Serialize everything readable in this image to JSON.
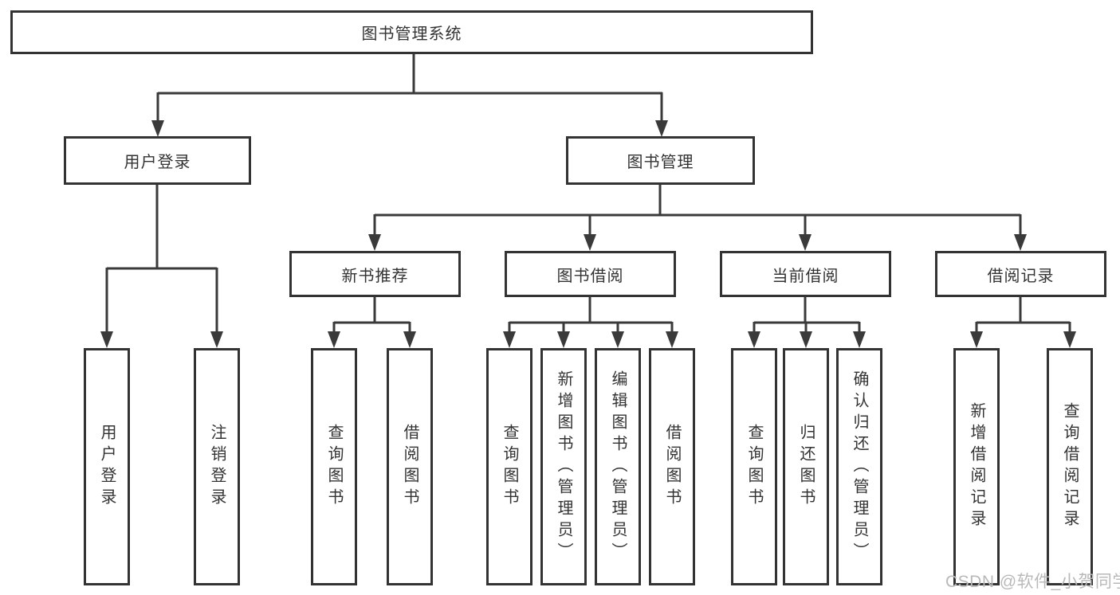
{
  "diagram": {
    "root": {
      "label": "图书管理系统"
    },
    "branches": [
      {
        "label": "用户登录",
        "children": [
          {
            "label": "用户登录"
          },
          {
            "label": "注销登录"
          }
        ]
      },
      {
        "label": "图书管理",
        "children": [
          {
            "label": "新书推荐",
            "children": [
              {
                "label": "查询图书"
              },
              {
                "label": "借阅图书"
              }
            ]
          },
          {
            "label": "图书借阅",
            "children": [
              {
                "label": "查询图书"
              },
              {
                "label": "新增图书（管理员）"
              },
              {
                "label": "编辑图书（管理员）"
              },
              {
                "label": "借阅图书"
              }
            ]
          },
          {
            "label": "当前借阅",
            "children": [
              {
                "label": "查询图书"
              },
              {
                "label": "归还图书"
              },
              {
                "label": "确认归还（管理员）"
              }
            ]
          },
          {
            "label": "借阅记录",
            "children": [
              {
                "label": "新增借阅记录"
              },
              {
                "label": "查询借阅记录"
              }
            ]
          }
        ]
      }
    ]
  },
  "watermark": {
    "text": "CSDN @软件_小贺同学"
  },
  "colors": {
    "line": "#3a3a3a",
    "border": "#333333",
    "text": "#333333",
    "watermark": "#b9b9b9",
    "background": "#ffffff"
  }
}
